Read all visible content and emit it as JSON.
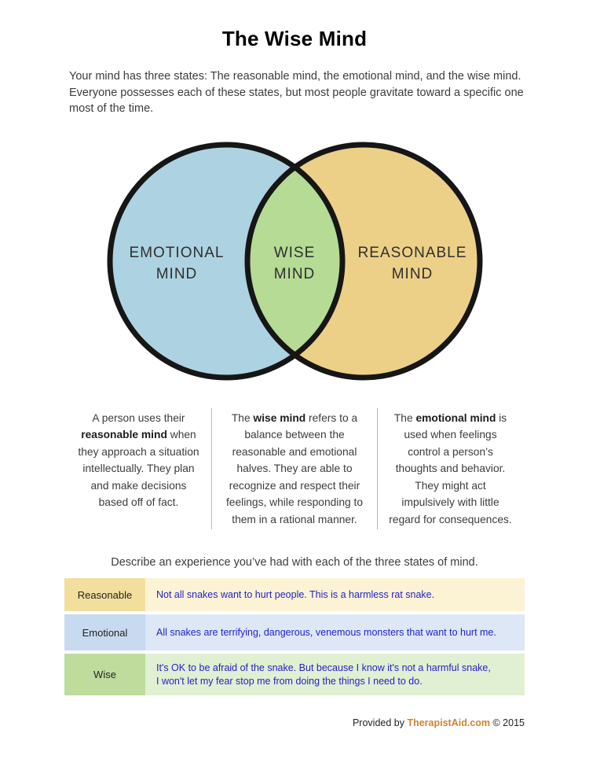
{
  "document": {
    "title": "The Wise Mind",
    "intro": "Your mind has three states: The reasonable mind, the emotional mind, and the wise mind. Everyone possesses each of these states, but most people gravitate toward a specific one most of the time."
  },
  "venn": {
    "left": {
      "line1": "EMOTIONAL",
      "line2": "MIND",
      "color": "#ADD3E2"
    },
    "center": {
      "line1": "WISE",
      "line2": "MIND",
      "color": "#B5DB94"
    },
    "right": {
      "line1": "REASONABLE",
      "line2": "MIND",
      "color": "#EDD088"
    },
    "outline_color": "#161616"
  },
  "descriptions": [
    {
      "pre": "A person uses their ",
      "bold": "reasonable mind",
      "post": " when they approach a situation intellectually. They plan and make decisions based off of fact."
    },
    {
      "pre": "The ",
      "bold": "wise mind",
      "post": " refers to a balance between the reasonable and emotional halves. They are able to recognize and respect their feelings, while responding to them in a rational manner."
    },
    {
      "pre": "The ",
      "bold": "emotional mind",
      "post": " is used when feelings control a person’s thoughts and behavior. They might act impulsively with little regard for consequences."
    }
  ],
  "exercise": {
    "prompt": "Describe an experience you’ve had with each of the three states of mind.",
    "rows": [
      {
        "label": "Reasonable",
        "line1": "Not all snakes want to hurt people. This is a harmless rat snake.",
        "line2": "",
        "label_bg": "#F2DF9D",
        "response_bg": "#FCF3D4"
      },
      {
        "label": "Emotional",
        "line1": "All snakes are terrifying, dangerous, venemous monsters that want to hurt me.",
        "line2": "",
        "label_bg": "#C8DAF0",
        "response_bg": "#DDE7F5"
      },
      {
        "label": "Wise",
        "line1": "It's OK to be afraid of the snake. But because I know it's not a harmful snake,",
        "line2": "I won't let my fear stop me from doing the things I need to do.",
        "label_bg": "#BFDC9C",
        "response_bg": "#E1EFD2"
      }
    ],
    "response_text_color": "#2323cc"
  },
  "footer": {
    "prefix": "Provided by ",
    "brand": "TherapistAid.com",
    "suffix": " © 2015",
    "brand_color": "#CE8430"
  }
}
